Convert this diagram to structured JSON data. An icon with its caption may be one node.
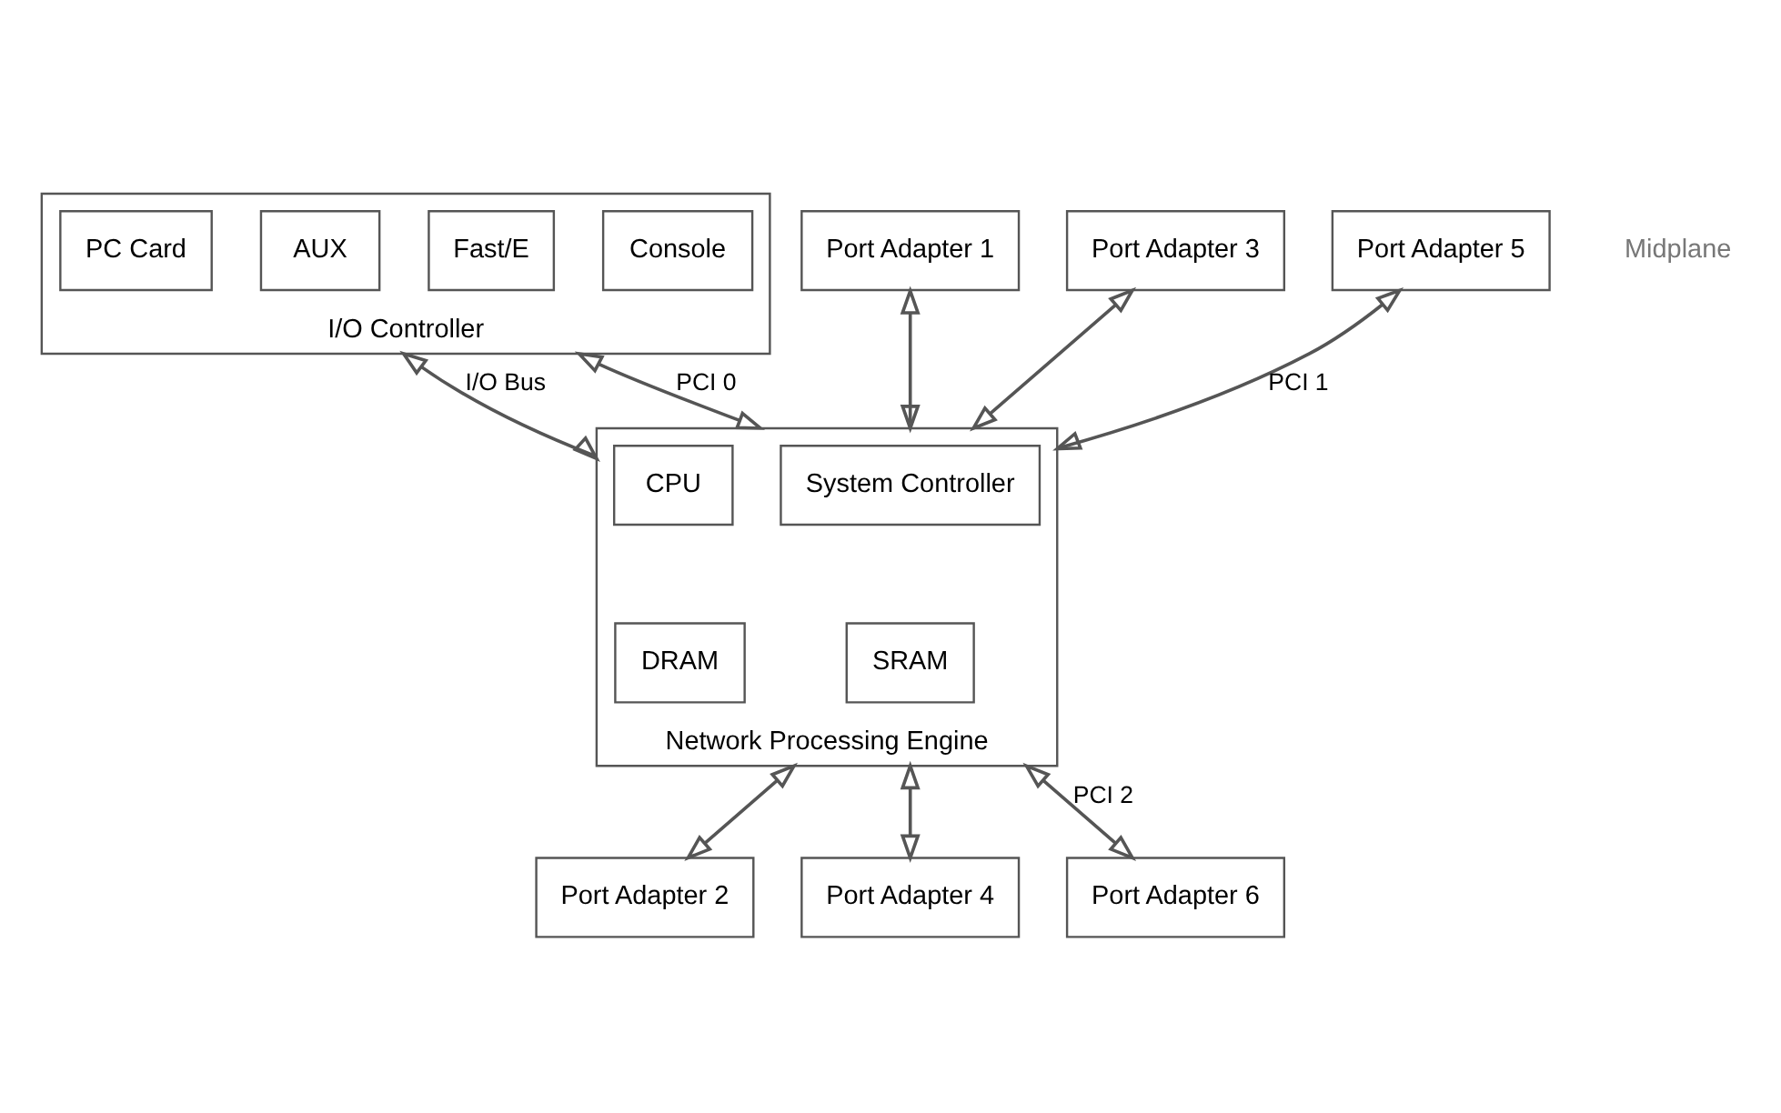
{
  "diagram": {
    "nodes": [
      {
        "text": [
          "I/O Controller"
        ]
      },
      {
        "text": [
          "Console"
        ],
        "in": 0
      },
      {
        "text": [
          "AUX"
        ],
        "in": 0
      },
      {
        "text": [
          "Fast/E"
        ],
        "in": 0
      },
      {
        "text": [
          "PC Card"
        ],
        "in": 0
      },
      {
        "text": [
          "Network Processing Engine"
        ]
      },
      {
        "text": [
          "CPU"
        ],
        "in": 5
      },
      {
        "text": [
          "System Controller"
        ],
        "in": 5
      },
      {
        "text": [
          "DRAM"
        ],
        "in": 5
      },
      {
        "text": [
          "SRAM"
        ],
        "in": 5
      },
      {
        "text": [
          "Port Adapter 1"
        ]
      },
      {
        "text": [
          "Port Adapter 3"
        ]
      },
      {
        "text": [
          "Port Adapter 5"
        ]
      },
      {
        "text": [
          "Port Adapter 2"
        ]
      },
      {
        "text": [
          "Port Adapter 4"
        ]
      },
      {
        "text": [
          "Port Adapter 6"
        ]
      }
    ],
    "edges": [
      {
        "from": 0,
        "to": 5,
        "arrow": "both",
        "label": "I/O Bus"
      },
      {
        "from": 0,
        "to": 5,
        "arrow": "both",
        "label": "PCI 0"
      },
      {
        "from": 10,
        "to": 5,
        "arrow": "both"
      },
      {
        "from": 11,
        "to": 5,
        "arrow": "both"
      },
      {
        "from": 12,
        "to": 5,
        "arrow": "both",
        "label": "PCI 1"
      },
      {
        "from": 5,
        "to": 13,
        "arrow": "both"
      },
      {
        "from": 5,
        "to": 14,
        "arrow": "both"
      },
      {
        "from": 5,
        "to": 15,
        "arrow": "both",
        "label": "PCI 2"
      }
    ],
    "labels": [
      "Midplane"
    ]
  }
}
